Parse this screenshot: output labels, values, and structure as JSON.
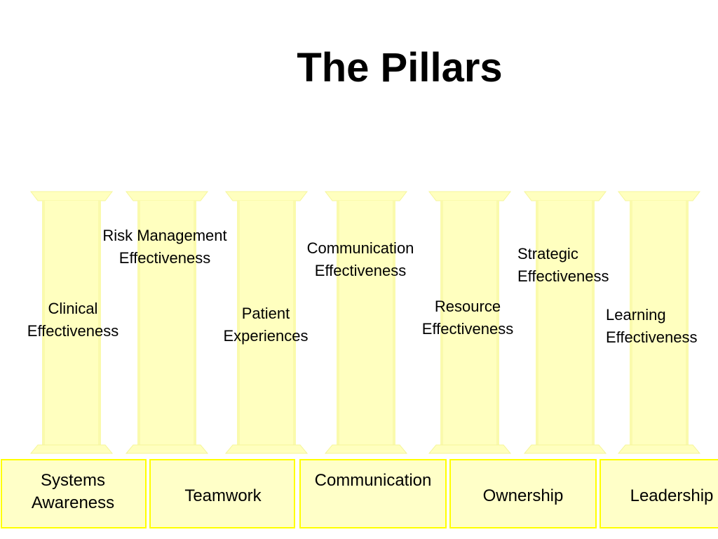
{
  "title": "The Pillars",
  "colors": {
    "pillar_fill": "#ffffbf",
    "pillar_edge": "#f5f59a",
    "base_fill": "#ffffc8",
    "base_border": "#ffff00"
  },
  "pillars": [
    {
      "label": "Clinical\nEffectiveness"
    },
    {
      "label": "Risk Management\nEffectiveness"
    },
    {
      "label": "Patient\nExperiences"
    },
    {
      "label": "Communication\nEffectiveness"
    },
    {
      "label": "Resource\nEffectiveness"
    },
    {
      "label": "Strategic\nEffectiveness"
    },
    {
      "label": "Learning\nEffectiveness"
    }
  ],
  "foundations": [
    {
      "label": "Systems\nAwareness"
    },
    {
      "label": "Teamwork"
    },
    {
      "label": "Communication"
    },
    {
      "label": "Ownership"
    },
    {
      "label": "Leadership"
    }
  ]
}
